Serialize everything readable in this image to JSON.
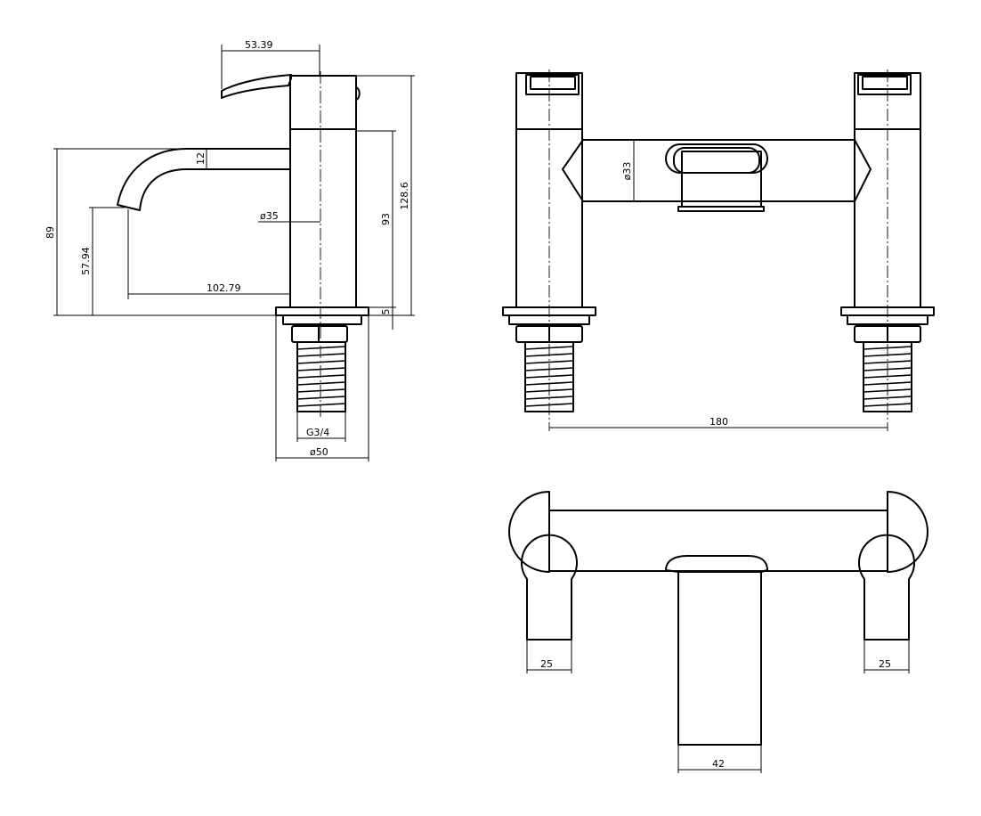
{
  "side_view": {
    "dim_top_width": "53.39",
    "dim_spout_thickness": "12",
    "dim_body_diameter": "ø35",
    "dim_spout_reach": "102.79",
    "dim_height_89": "89",
    "dim_outlet_height": "57.94",
    "dim_body_height": "93",
    "dim_total_height": "128.6",
    "dim_base": "5",
    "dim_thread": "G3/4",
    "dim_base_diameter": "ø50"
  },
  "front_view": {
    "dim_bridge_diameter": "ø33",
    "dim_centres": "180"
  },
  "plan_view": {
    "dim_handle_left": "25",
    "dim_handle_right": "25",
    "dim_spout_width": "42"
  },
  "colors": {
    "line": "#000000",
    "background": "#ffffff"
  }
}
